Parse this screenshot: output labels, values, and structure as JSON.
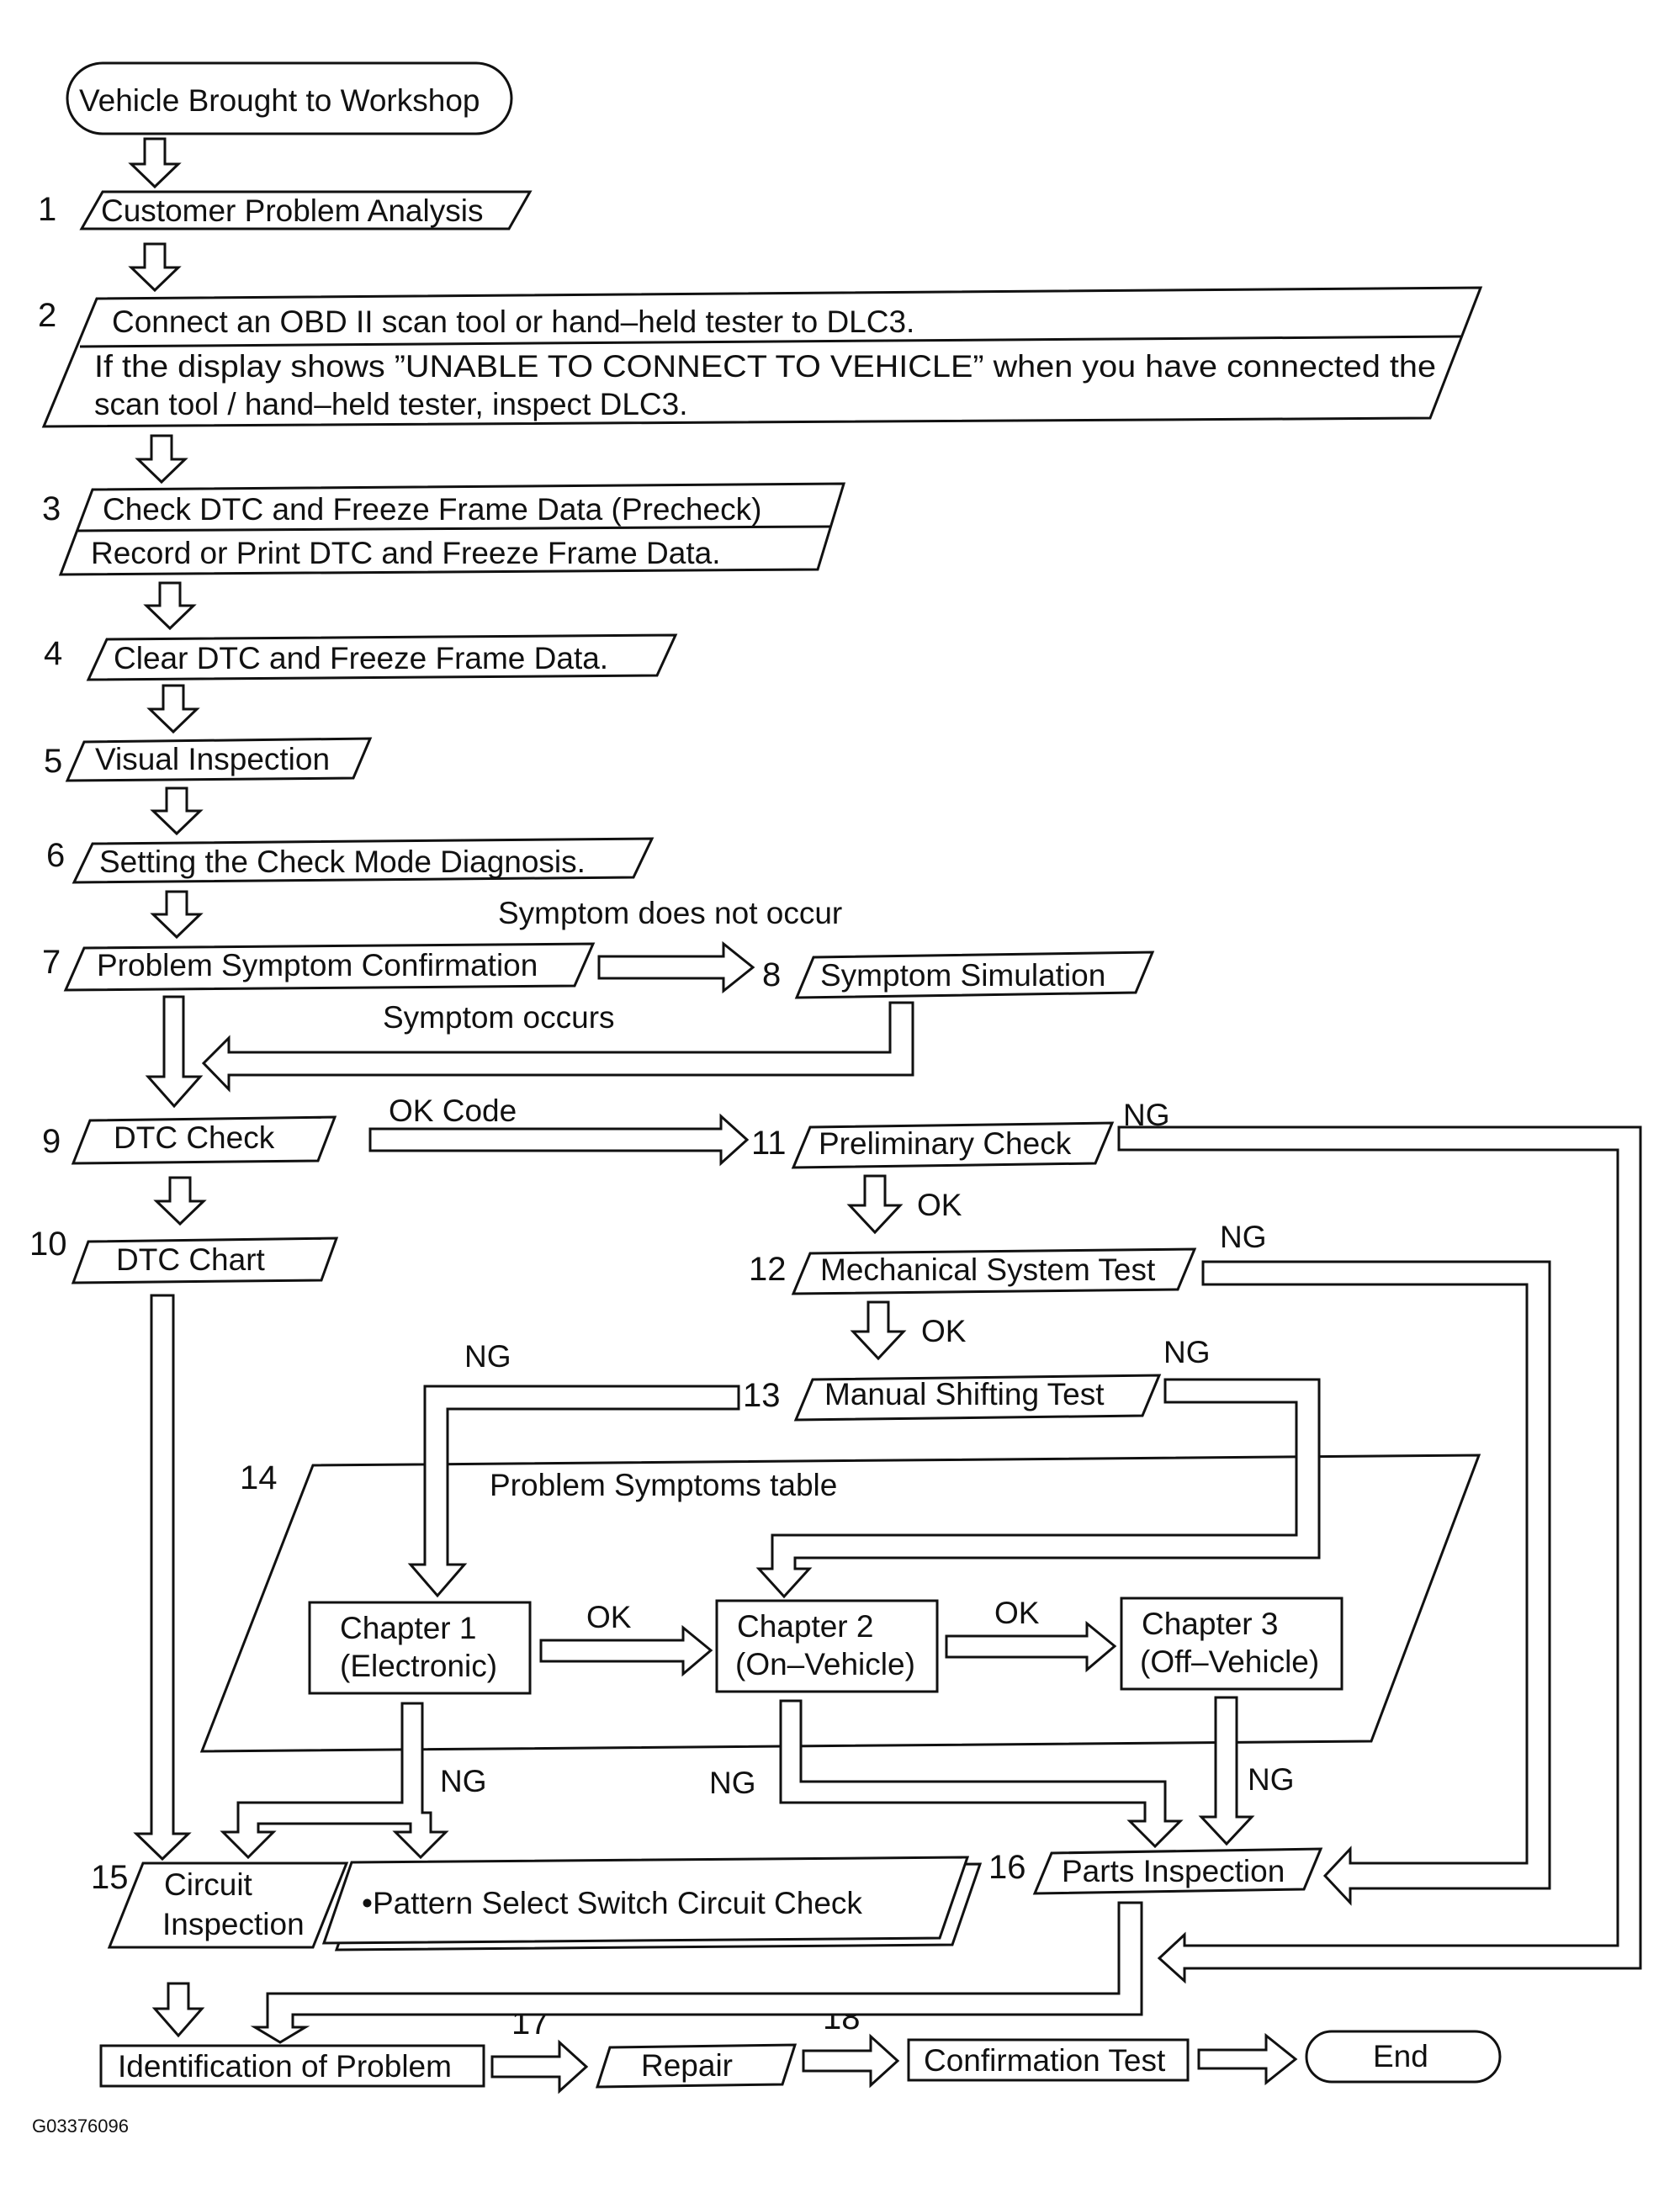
{
  "start_label": "Vehicle Brought to Workshop",
  "end_label": "End",
  "figure_code": "G03376096",
  "steps": [
    {
      "num": "1",
      "lines": [
        "Customer Problem Analysis"
      ]
    },
    {
      "num": "2",
      "lines": [
        "Connect an OBD II scan tool or hand–held tester to DLC3.",
        "If the display shows ”UNABLE TO CONNECT TO VEHICLE” when you have connected the",
        "scan tool / hand–held tester, inspect DLC3."
      ]
    },
    {
      "num": "3",
      "lines": [
        "Check DTC and Freeze Frame Data (Precheck)",
        "Record or Print DTC and Freeze Frame Data."
      ]
    },
    {
      "num": "4",
      "lines": [
        "Clear DTC and Freeze Frame Data."
      ]
    },
    {
      "num": "5",
      "lines": [
        "Visual Inspection"
      ]
    },
    {
      "num": "6",
      "lines": [
        "Setting the Check Mode Diagnosis."
      ]
    },
    {
      "num": "7",
      "lines": [
        "Problem Symptom Confirmation"
      ]
    },
    {
      "num": "8",
      "lines": [
        "Symptom Simulation"
      ]
    },
    {
      "num": "9",
      "lines": [
        "DTC Check"
      ]
    },
    {
      "num": "10",
      "lines": [
        "DTC Chart"
      ]
    },
    {
      "num": "11",
      "lines": [
        "Preliminary Check"
      ]
    },
    {
      "num": "12",
      "lines": [
        "Mechanical System Test"
      ]
    },
    {
      "num": "13",
      "lines": [
        "Manual Shifting Test"
      ]
    },
    {
      "num": "14",
      "lines": [
        "Problem Symptoms table"
      ]
    },
    {
      "num": "15",
      "lines": [
        "Circuit",
        "Inspection"
      ]
    },
    {
      "num": "16",
      "lines": [
        "Parts Inspection"
      ]
    },
    {
      "num": "17",
      "lines": [
        "Repair"
      ]
    },
    {
      "num": "18",
      "lines": [
        "Confirmation Test"
      ]
    }
  ],
  "identification_label": "Identification of Problem",
  "circuit_check_item": "•Pattern Select Switch Circuit Check",
  "chapters": [
    {
      "lines": [
        "Chapter 1",
        "(Electronic)"
      ]
    },
    {
      "lines": [
        "Chapter 2",
        "(On–Vehicle)"
      ]
    },
    {
      "lines": [
        "Chapter 3",
        "(Off–Vehicle)"
      ]
    }
  ],
  "flow_labels": {
    "symptom_does_not_occur": "Symptom does not occur",
    "symptom_occurs": "Symptom occurs",
    "ok_code": "OK Code",
    "ok": "OK",
    "ng": "NG"
  }
}
